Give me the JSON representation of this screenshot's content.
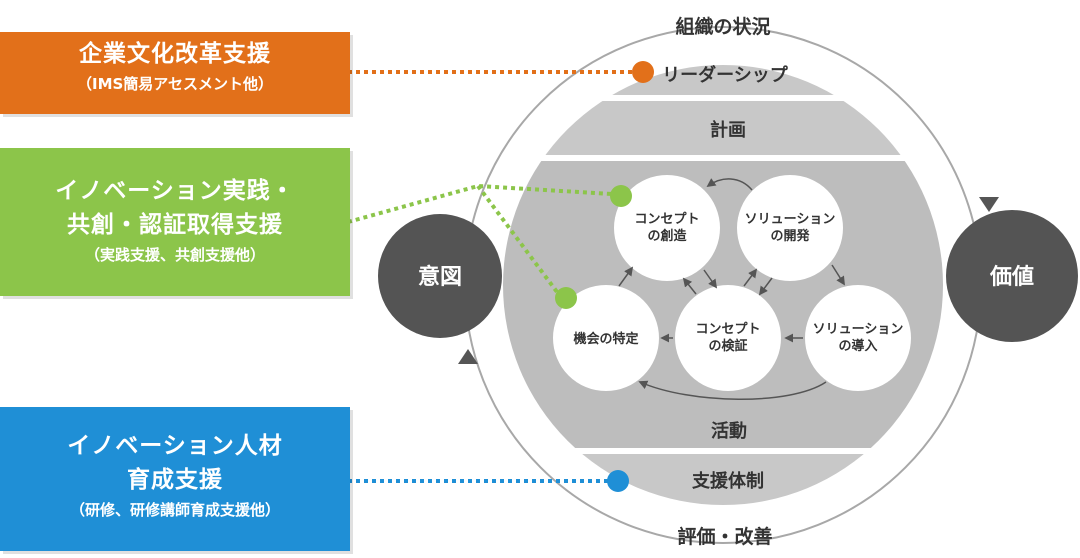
{
  "colors": {
    "orange": "#e2701a",
    "green": "#8cc54a",
    "blue": "#1f8fd6",
    "dark_circle": "#545454",
    "band_gray": "#c8c8c8",
    "inner_gray": "#bdbdbd",
    "ring": "#a8a8a8"
  },
  "boxes": {
    "org_culture": {
      "title": "企業文化改革支援",
      "sub": "（IMS簡易アセスメント他）"
    },
    "innovation_practice": {
      "title_line1": "イノベーション実践・",
      "title_line2": "共創・認証取得支援",
      "sub": "（実践支援、共創支援他）"
    },
    "innovation_talent": {
      "title_line1": "イノベーション人材",
      "title_line2": "育成支援",
      "sub": "（研修、研修講師育成支援他）"
    }
  },
  "diagram": {
    "top_label": "組織の状況",
    "bottom_label": "評価・改善",
    "intent": "意図",
    "value": "価値",
    "bands": {
      "leadership": "リーダーシップ",
      "plan": "計画",
      "activity": "活動",
      "support": "支援体制"
    },
    "process": {
      "identify": "機会の特定",
      "create_line1": "コンセプト",
      "create_line2": "の創造",
      "verify_line1": "コンセプト",
      "verify_line2": "の検証",
      "develop_line1": "ソリューション",
      "develop_line2": "の開発",
      "deploy_line1": "ソリューション",
      "deploy_line2": "の導入"
    }
  }
}
